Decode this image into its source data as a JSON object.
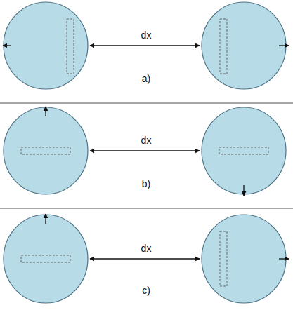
{
  "diagram": {
    "labels": [
      "dx",
      "a)",
      "dx",
      "b)",
      "dx",
      "c)"
    ]
  }
}
